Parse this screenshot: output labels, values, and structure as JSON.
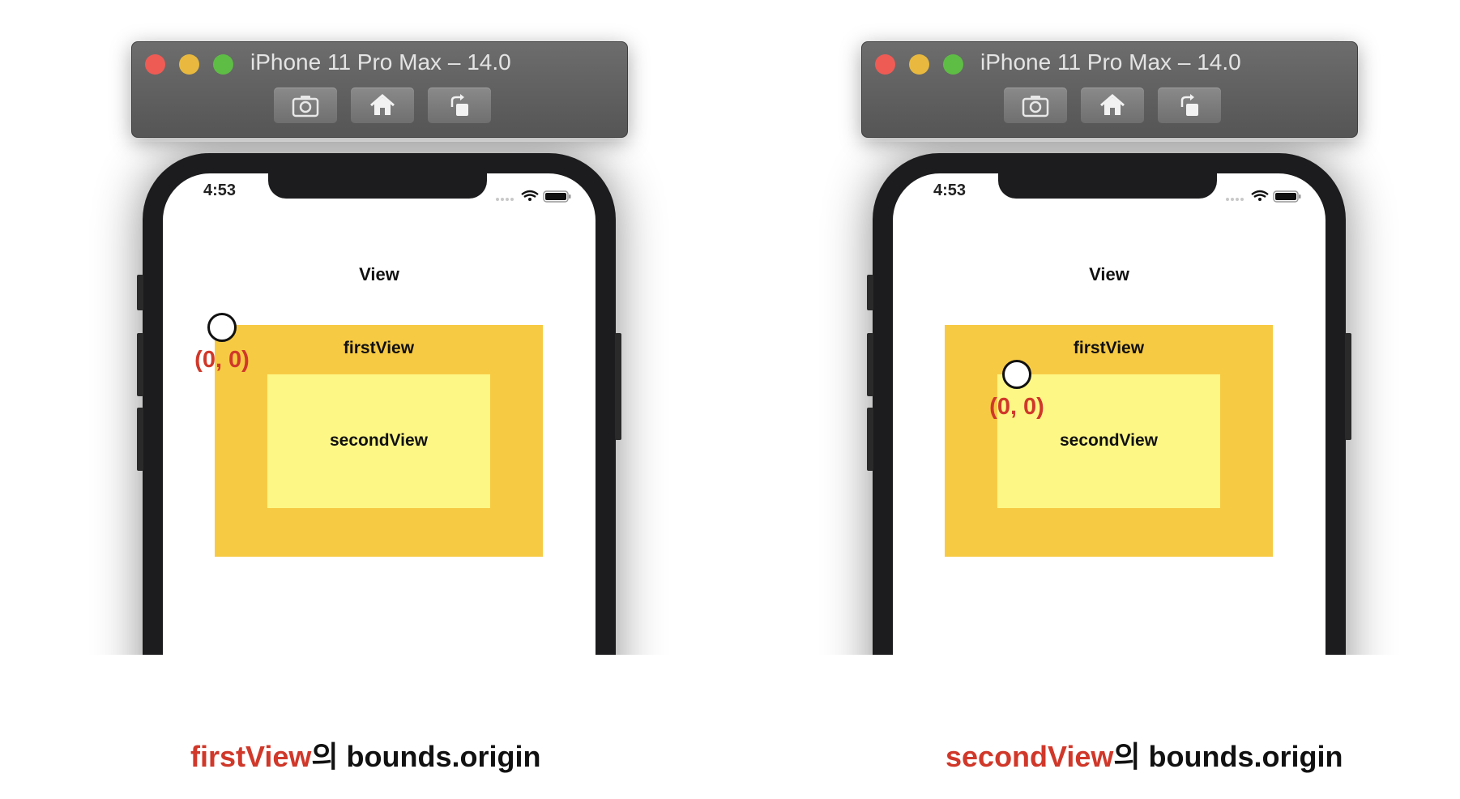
{
  "colors": {
    "first_view_fill": "#f7ca44",
    "second_view_fill": "#fdf786",
    "accent_red": "#d0382a"
  },
  "panels": [
    {
      "simulator": {
        "title": "iPhone 11 Pro Max – 14.0",
        "buttons": [
          "screenshot-icon",
          "home-icon",
          "rotate-icon"
        ]
      },
      "status_bar": {
        "time": "4:53"
      },
      "view_title": "View",
      "first_view_label": "firstView",
      "second_view_label": "secondView",
      "origin_label": "(0, 0)",
      "caption": {
        "subject": "firstView",
        "rest": "의 bounds.origin"
      }
    },
    {
      "simulator": {
        "title": "iPhone 11 Pro Max – 14.0",
        "buttons": [
          "screenshot-icon",
          "home-icon",
          "rotate-icon"
        ]
      },
      "status_bar": {
        "time": "4:53"
      },
      "view_title": "View",
      "first_view_label": "firstView",
      "second_view_label": "secondView",
      "origin_label": "(0, 0)",
      "caption": {
        "subject": "secondView",
        "rest": "의 bounds.origin"
      }
    }
  ]
}
